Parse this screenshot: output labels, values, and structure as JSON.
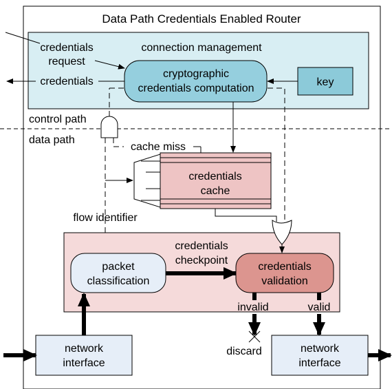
{
  "title": "Data Path Credentials Enabled Router",
  "labels": {
    "credentials_request_line1": "credentials",
    "credentials_request_line2": "request",
    "credentials_out": "credentials",
    "connection_management": "connection management",
    "control_path": "control path",
    "data_path": "data path",
    "cache_miss": "cache miss",
    "flow_identifier": "flow identifier",
    "credentials_checkpoint_line1": "credentials",
    "credentials_checkpoint_line2": "checkpoint",
    "invalid": "invalid",
    "valid": "valid",
    "discard": "discard"
  },
  "nodes": {
    "crypto_line1": "cryptographic",
    "crypto_line2": "credentials computation",
    "key": "key",
    "cache_line1": "credentials",
    "cache_line2": "cache",
    "classification_line1": "packet",
    "classification_line2": "classification",
    "validation_line1": "credentials",
    "validation_line2": "validation",
    "ni_left_line1": "network",
    "ni_left_line2": "interface",
    "ni_right_line1": "network",
    "ni_right_line2": "interface"
  },
  "colors": {
    "control_panel": "#d8eef3",
    "data_panel": "#f5dada",
    "crypto_node": "#95cfde",
    "key_node": "#8ccad9",
    "cache_node": "#eec4c4",
    "classification_node": "#e6eef8",
    "validation_node": "#dc958f",
    "interface_node": "#e6eef8"
  }
}
